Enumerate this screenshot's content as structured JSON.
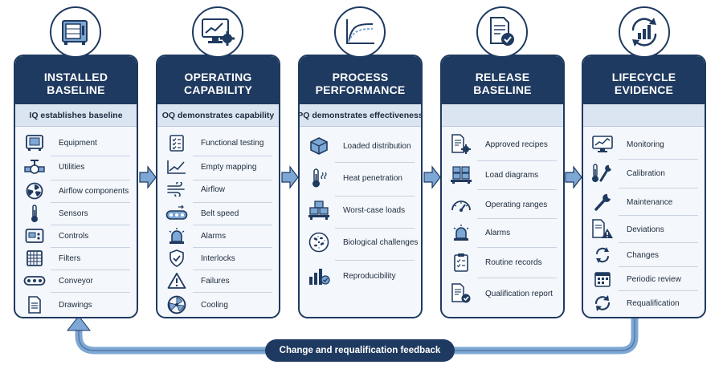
{
  "columns": [
    {
      "title_line1": "INSTALLED",
      "title_line2": "BASELINE",
      "subtitle": "IQ establishes baseline",
      "icon": "equipment-chamber-icon",
      "items": [
        {
          "label": "Equipment",
          "icon": "equipment-icon"
        },
        {
          "label": "Utilities",
          "icon": "valve-icon"
        },
        {
          "label": "Airflow components",
          "icon": "fan-icon"
        },
        {
          "label": "Sensors",
          "icon": "thermometer-icon"
        },
        {
          "label": "Controls",
          "icon": "control-panel-icon"
        },
        {
          "label": "Filters",
          "icon": "filter-icon"
        },
        {
          "label": "Conveyor",
          "icon": "conveyor-icon"
        },
        {
          "label": "Drawings",
          "icon": "document-icon"
        }
      ]
    },
    {
      "title_line1": "OPERATING",
      "title_line2": "CAPABILITY",
      "subtitle": "OQ demonstrates capability",
      "icon": "monitor-gear-icon",
      "items": [
        {
          "label": "Functional testing",
          "icon": "checklist-icon"
        },
        {
          "label": "Empty mapping",
          "icon": "line-chart-icon"
        },
        {
          "label": "Airflow",
          "icon": "wind-icon"
        },
        {
          "label": "Belt speed",
          "icon": "belt-icon"
        },
        {
          "label": "Alarms",
          "icon": "alarm-icon"
        },
        {
          "label": "Interlocks",
          "icon": "shield-check-icon"
        },
        {
          "label": "Failures",
          "icon": "warning-icon"
        },
        {
          "label": "Cooling",
          "icon": "fan-icon"
        }
      ]
    },
    {
      "title_line1": "PROCESS",
      "title_line2": "PERFORMANCE",
      "subtitle": "PQ demonstrates effectiveness",
      "icon": "curves-chart-icon",
      "items": [
        {
          "label": "Loaded distribution",
          "icon": "box-icon"
        },
        {
          "label": "Heat penetration",
          "icon": "thermometer-heat-icon"
        },
        {
          "label": "Worst-case loads",
          "icon": "stacked-boxes-icon"
        },
        {
          "label": "Biological challenges",
          "icon": "microbe-icon"
        },
        {
          "label": "Reproducibility",
          "icon": "bar-check-icon"
        }
      ]
    },
    {
      "title_line1": "RELEASE",
      "title_line2": "BASELINE",
      "subtitle": "",
      "icon": "document-check-icon",
      "items": [
        {
          "label": "Approved recipes",
          "icon": "recipe-gear-icon"
        },
        {
          "label": "Load diagrams",
          "icon": "pallet-icon"
        },
        {
          "label": "Operating ranges",
          "icon": "gauge-icon"
        },
        {
          "label": "Alarms",
          "icon": "alarm-icon"
        },
        {
          "label": "Routine records",
          "icon": "clipboard-icon"
        },
        {
          "label": "Qualification report",
          "icon": "report-check-icon"
        }
      ]
    },
    {
      "title_line1": "LIFECYCLE",
      "title_line2": "EVIDENCE",
      "subtitle": "",
      "icon": "cycle-chart-icon",
      "items": [
        {
          "label": "Monitoring",
          "icon": "monitor-chart-icon"
        },
        {
          "label": "Calibration",
          "icon": "thermo-wrench-icon"
        },
        {
          "label": "Maintenance",
          "icon": "wrench-icon"
        },
        {
          "label": "Deviations",
          "icon": "document-warning-icon"
        },
        {
          "label": "Changes",
          "icon": "exchange-icon"
        },
        {
          "label": "Periodic review",
          "icon": "calendar-icon"
        },
        {
          "label": "Requalification",
          "icon": "refresh-icon"
        }
      ]
    }
  ],
  "feedback": {
    "label": "Change and requalification feedback"
  },
  "colors": {
    "navy": "#1f3a60",
    "arrow": "#7da7d4",
    "panel": "#f4f7fb"
  }
}
